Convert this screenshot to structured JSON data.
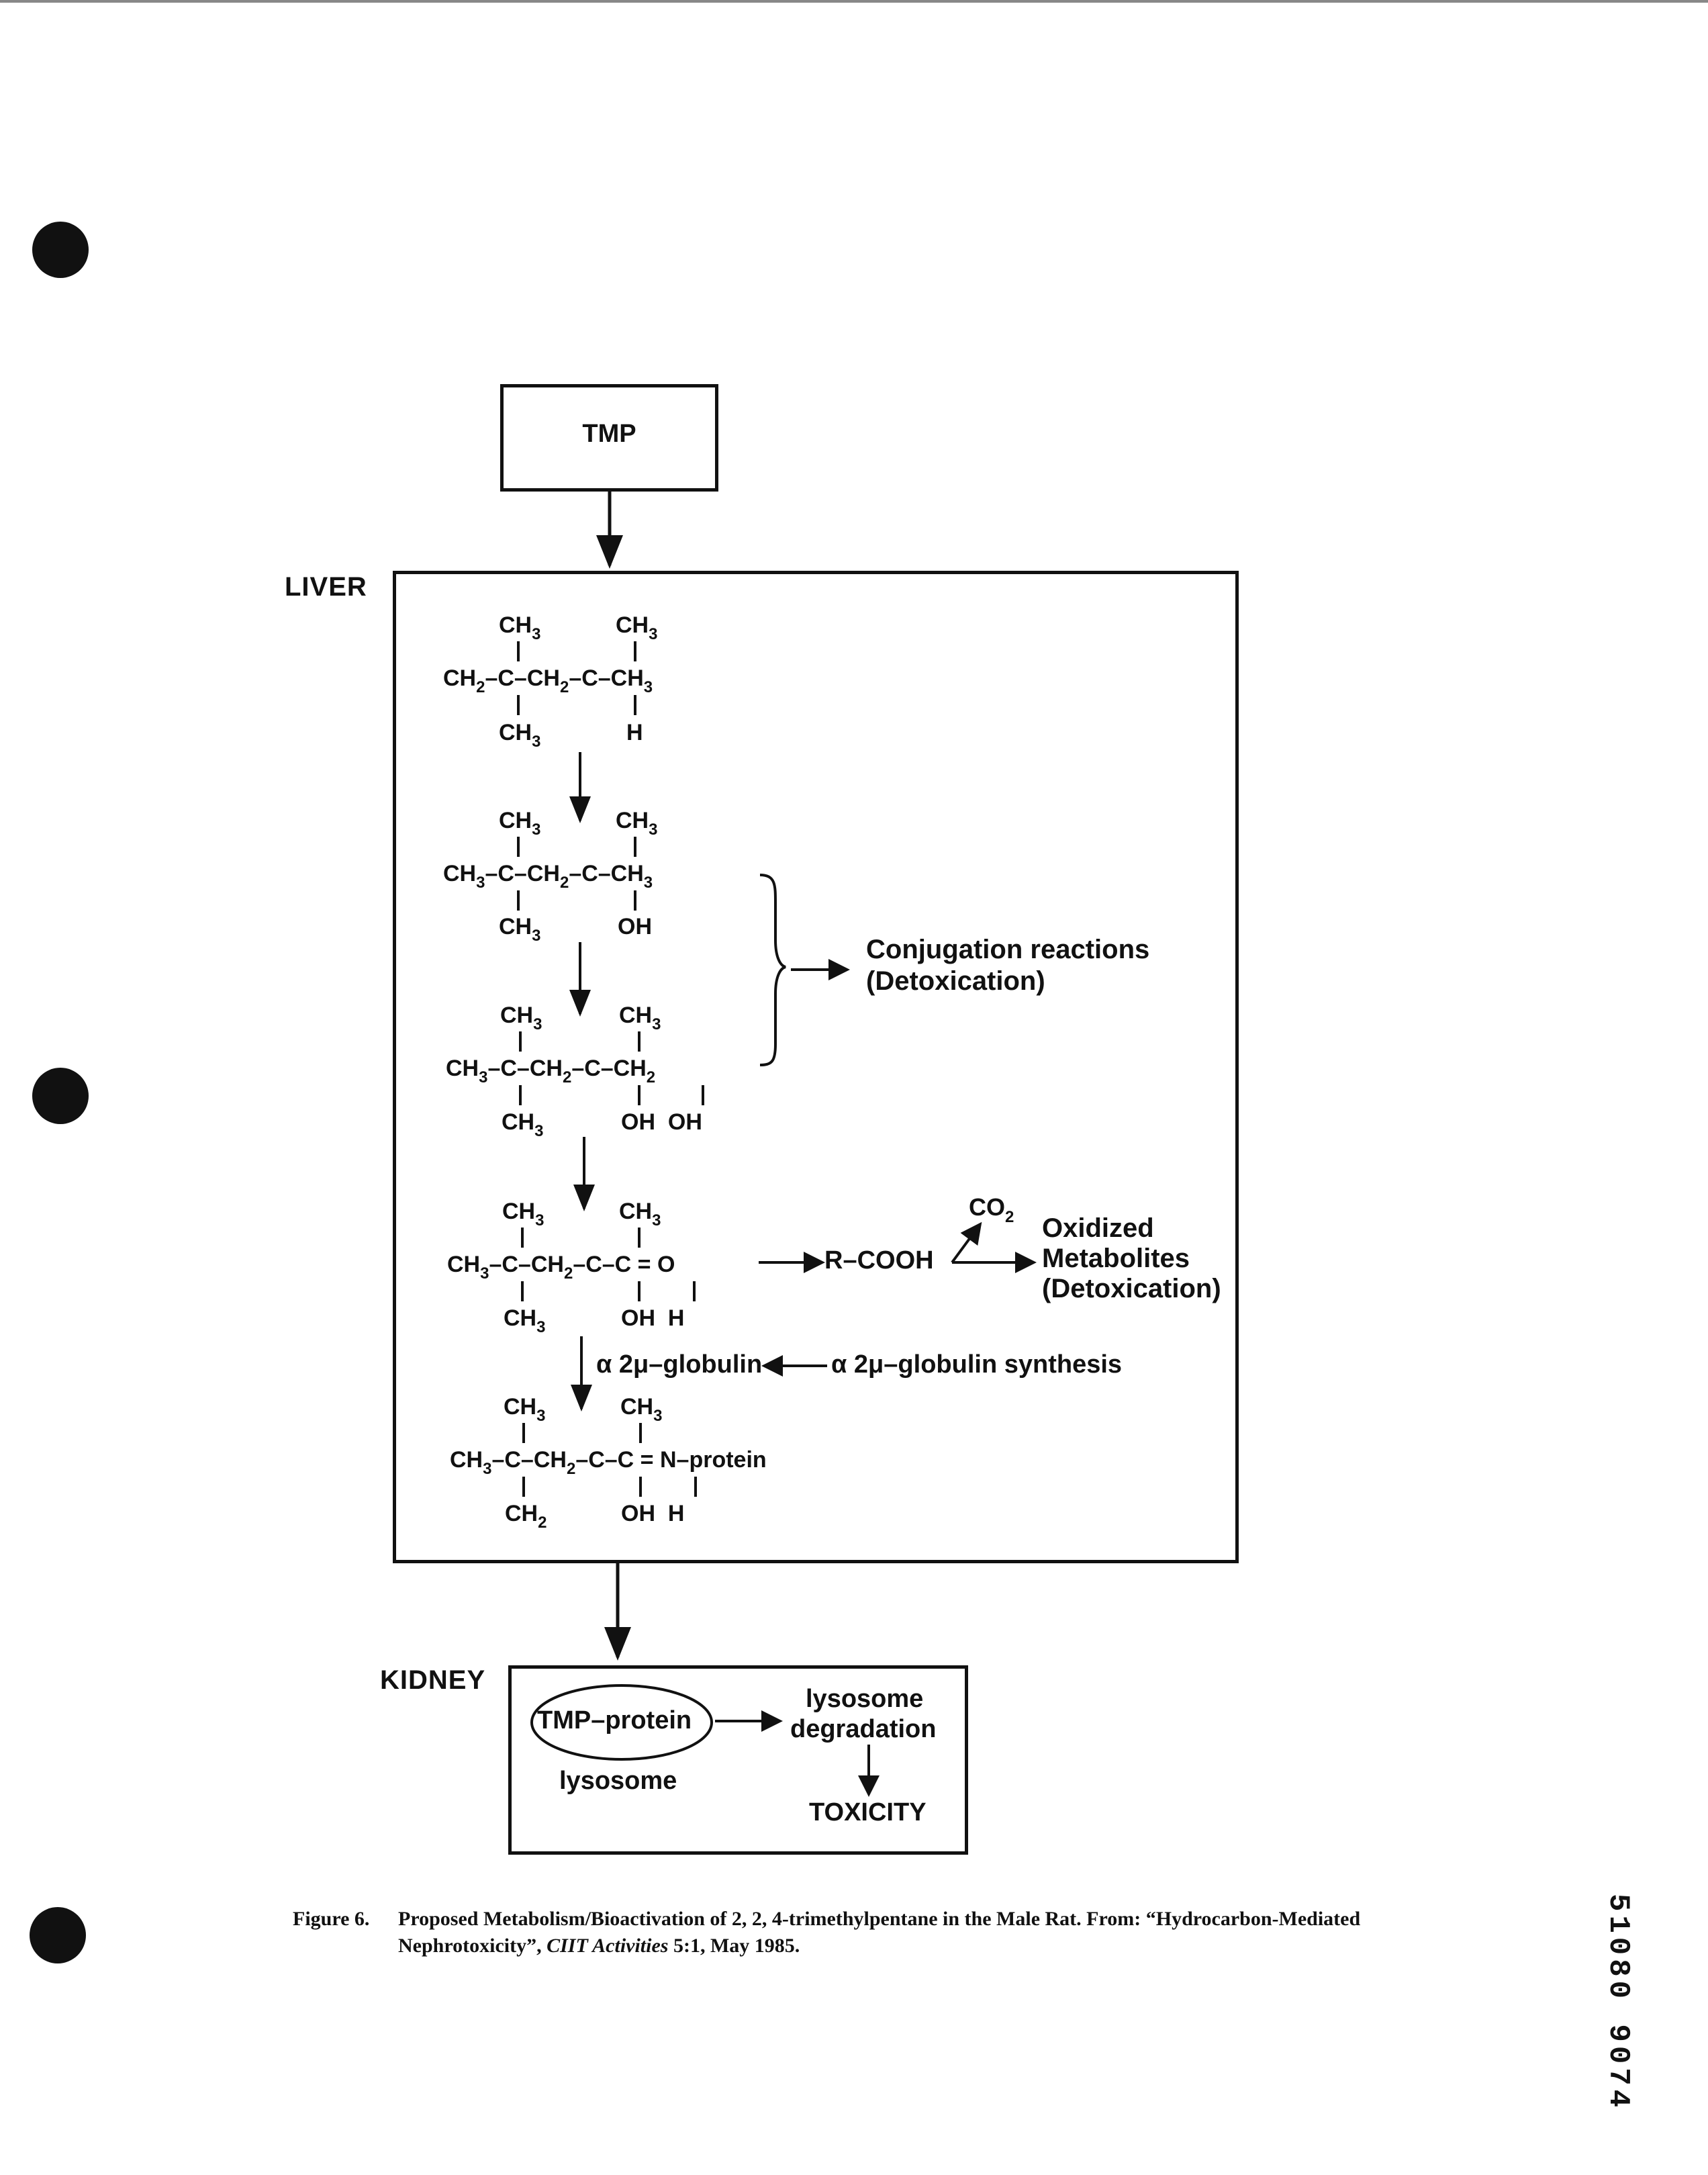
{
  "labels": {
    "liver": "LIVER",
    "kidney": "KIDNEY",
    "start": "TMP"
  },
  "structures": [
    {
      "top_sub": [
        "CH3",
        "CH3"
      ],
      "main": "CH2–C–CH2–C–CH3",
      "bottom_sub": [
        "CH3",
        "H"
      ]
    },
    {
      "top_sub": [
        "CH3",
        "CH3"
      ],
      "main": "CH3–C–CH2–C–CH3",
      "bottom_sub": [
        "CH3",
        "OH"
      ]
    },
    {
      "top_sub": [
        "CH3",
        "CH3"
      ],
      "main": "CH3–C–CH2–C–CH2",
      "bottom_sub": [
        "CH3",
        "OH  OH"
      ]
    },
    {
      "top_sub": [
        "CH3",
        "CH3"
      ],
      "main": "CH3–C–CH2–C–C = O",
      "bottom_sub": [
        "CH3",
        "OH  H"
      ]
    },
    {
      "top_sub": [
        "CH3",
        "CH3"
      ],
      "main": "CH3–C–CH2–C–C = N–protein",
      "bottom_sub": [
        "CH2",
        "OH  H"
      ]
    }
  ],
  "conjugation": {
    "line1": "Conjugation reactions",
    "line2": "(Detoxication)"
  },
  "oxidation": {
    "acid": "R–COOH",
    "co2": "CO2",
    "line1": "Oxidized",
    "line2": "Metabolites",
    "line3": "(Detoxication)"
  },
  "globulin": {
    "bound": "α 2μ–globulin",
    "synthesis": "α 2μ–globulin synthesis"
  },
  "kidney": {
    "ellipse": "TMP–protein",
    "lysosome": "lysosome",
    "deg1": "lysosome",
    "deg2": "degradation",
    "toxicity": "TOXICITY"
  },
  "caption": {
    "label": "Figure 6.",
    "line1": "Proposed Metabolism/Bioactivation of 2, 2, 4-trimethylpentane in the Male Rat. From: “Hydrocarbon-Mediated",
    "line2a": "Nephrotoxicity”, ",
    "line2b": "CIIT Activities",
    "line2c": " 5:1, May 1985."
  },
  "doc_id": "51080 9074"
}
